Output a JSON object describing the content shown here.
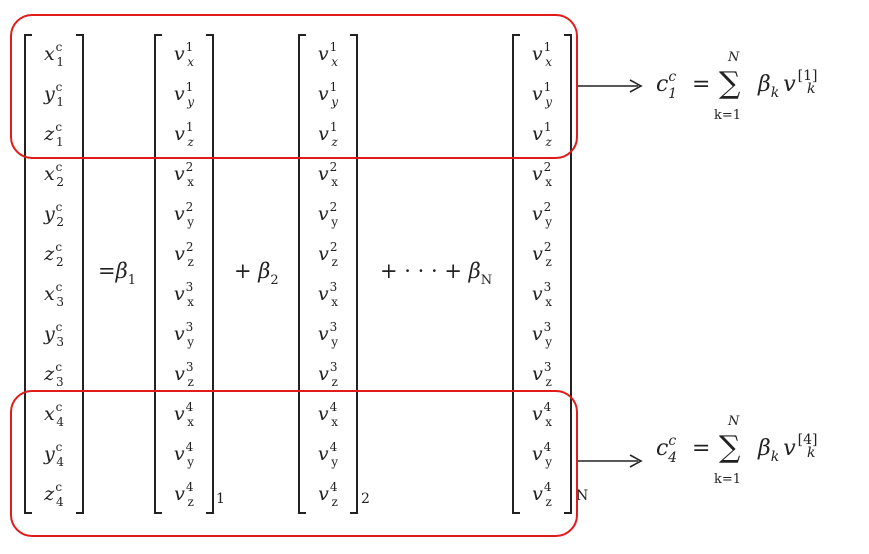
{
  "lhs_vector": {
    "entries": [
      {
        "base": "x",
        "sup": "c",
        "sub": "1"
      },
      {
        "base": "y",
        "sup": "c",
        "sub": "1"
      },
      {
        "base": "z",
        "sup": "c",
        "sub": "1"
      },
      {
        "base": "x",
        "sup": "c",
        "sub": "2"
      },
      {
        "base": "y",
        "sup": "c",
        "sub": "2"
      },
      {
        "base": "z",
        "sup": "c",
        "sub": "2"
      },
      {
        "base": "x",
        "sup": "c",
        "sub": "3"
      },
      {
        "base": "y",
        "sup": "c",
        "sub": "3"
      },
      {
        "base": "z",
        "sup": "c",
        "sub": "3"
      },
      {
        "base": "x",
        "sup": "c",
        "sub": "4"
      },
      {
        "base": "y",
        "sup": "c",
        "sub": "4"
      },
      {
        "base": "z",
        "sup": "c",
        "sub": "4"
      }
    ]
  },
  "basis_vectors": [
    {
      "subscript": "1"
    },
    {
      "subscript": "2"
    },
    {
      "subscript": "N"
    }
  ],
  "basis_entries": [
    {
      "base": "v",
      "sup": "1",
      "sub": "x"
    },
    {
      "base": "v",
      "sup": "1",
      "sub": "y"
    },
    {
      "base": "v",
      "sup": "1",
      "sub": "z"
    },
    {
      "base": "v",
      "sup": "2",
      "sub": "x"
    },
    {
      "base": "v",
      "sup": "2",
      "sub": "y"
    },
    {
      "base": "v",
      "sup": "2",
      "sub": "z"
    },
    {
      "base": "v",
      "sup": "3",
      "sub": "x"
    },
    {
      "base": "v",
      "sup": "3",
      "sub": "y"
    },
    {
      "base": "v",
      "sup": "3",
      "sub": "z"
    },
    {
      "base": "v",
      "sup": "4",
      "sub": "x"
    },
    {
      "base": "v",
      "sup": "4",
      "sub": "y"
    },
    {
      "base": "v",
      "sup": "4",
      "sub": "z"
    }
  ],
  "operators": {
    "eq_beta1": {
      "prefix": "=",
      "coef": "β",
      "sub": "1"
    },
    "plus_beta2": {
      "prefix": "+ ",
      "coef": "β",
      "sub": "2"
    },
    "plus_dots_betaN": {
      "prefix": "+ · · · + ",
      "coef": "β",
      "sub": "N"
    }
  },
  "equations": [
    {
      "lhs_base": "c",
      "lhs_sup": "c",
      "lhs_sub": "1",
      "equals": "=",
      "sigma": "∑",
      "upper": "N",
      "lower": "k=1",
      "rhs_coef": "β",
      "rhs_coef_sub": "k",
      "rhs_var": "v",
      "rhs_var_sub": "k",
      "rhs_var_sup": "[1]"
    },
    {
      "lhs_base": "c",
      "lhs_sup": "c",
      "lhs_sub": "4",
      "equals": "=",
      "sigma": "∑",
      "upper": "N",
      "lower": "k=1",
      "rhs_coef": "β",
      "rhs_coef_sub": "k",
      "rhs_var": "v",
      "rhs_var_sub": "k",
      "rhs_var_sup": "[4]"
    }
  ],
  "colors": {
    "highlight": "#e11b1b",
    "ink": "#222222"
  }
}
